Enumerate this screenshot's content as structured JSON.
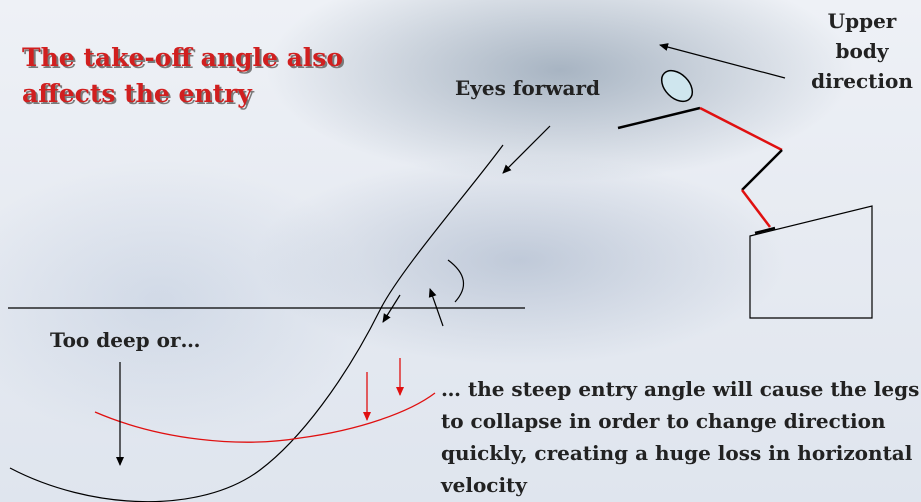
{
  "slide": {
    "title": "The take-off angle also affects the entry",
    "eyes_label": "Eyes forward",
    "upper_body_label": "Upper body direction",
    "too_deep_label": "Too deep or…",
    "caption": "… the steep entry angle will cause the legs to collapse in order to change direction quickly, creating a huge loss in horizontal velocity"
  },
  "colors": {
    "title": "#d11f1f",
    "legs": "#e01010",
    "path": "#000000",
    "head_fill": "#cfe6ee"
  }
}
